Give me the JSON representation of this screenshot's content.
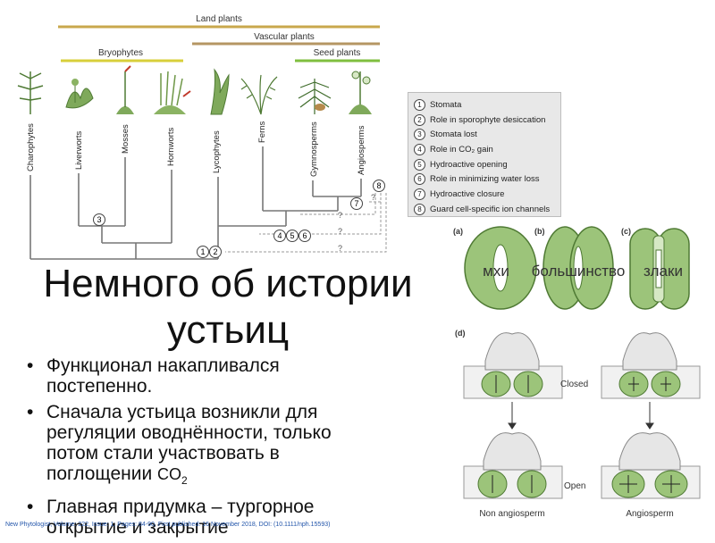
{
  "slide": {
    "title_line1": "Немного об истории",
    "title_line2": "устьиц",
    "bullets": [
      "Функционал накапливался постепенно.",
      "Сначала устьица возникли для регуляции оводнённости, только потом стали участвовать в поглощении",
      "Главная придумка – тургорное открытие и закрытие"
    ],
    "co2_text": "CO",
    "co2_sub": "2",
    "footer": "New Phytologist, Volume: 222, Issue: 1, Pages: 84-90, First published: 16 November 2018, DOI: (10.1111/nph.15593)"
  },
  "tree": {
    "land_plants": "Land plants",
    "vascular_plants": "Vascular plants",
    "seed_plants": "Seed plants",
    "bryophytes": "Bryophytes",
    "taxa": [
      "Charophytes",
      "Liverworts",
      "Mosses",
      "Hornworts",
      "Lycophytes",
      "Ferns",
      "Gymnosperms",
      "Angiosperms"
    ],
    "markers": [
      "1",
      "2",
      "3",
      "4",
      "5",
      "6",
      "7",
      "8"
    ],
    "question": "?",
    "colors": {
      "land": "#c9a84c",
      "vascular": "#b59663",
      "seed": "#7fbf3f",
      "bryo": "#d8cf3a"
    }
  },
  "legend": {
    "items": [
      {
        "num": "1",
        "text": "Stomata"
      },
      {
        "num": "2",
        "text": "Role in sporophyte desiccation"
      },
      {
        "num": "3",
        "text": "Stomata lost"
      },
      {
        "num": "4",
        "text": "Role in CO₂ gain"
      },
      {
        "num": "5",
        "text": "Hydroactive opening"
      },
      {
        "num": "6",
        "text": "Role in minimizing water loss"
      },
      {
        "num": "7",
        "text": "Hydroactive closure"
      },
      {
        "num": "8",
        "text": "Guard cell-specific ion channels"
      }
    ]
  },
  "stomata": {
    "panel_a": "(a)",
    "panel_b": "(b)",
    "panel_c": "(c)",
    "panel_d": "(d)",
    "label_mosses": "мхи",
    "label_majority": "большинство",
    "label_grasses": "злаки",
    "closed": "Closed",
    "open": "Open",
    "non_angiosperm": "Non angiosperm",
    "angiosperm": "Angiosperm",
    "guard_color": "#9cc47a"
  }
}
